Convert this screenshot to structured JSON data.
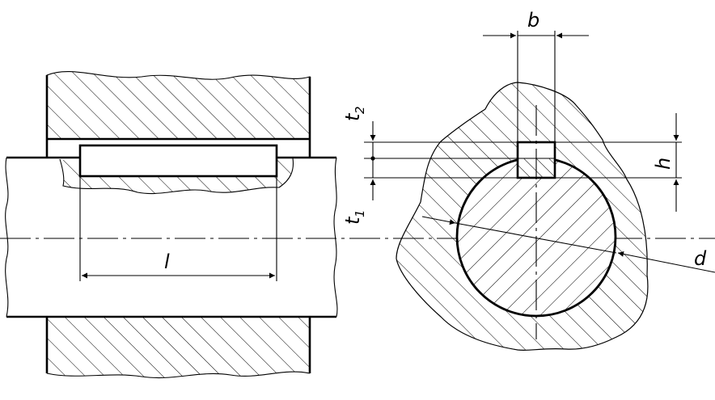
{
  "labels": {
    "b": "b",
    "t2": "t",
    "t2_sub": "2",
    "t1": "t",
    "t1_sub": "1",
    "h": "h",
    "l": "l",
    "d": "d"
  },
  "colors": {
    "line": "#000000",
    "background": "#ffffff"
  }
}
